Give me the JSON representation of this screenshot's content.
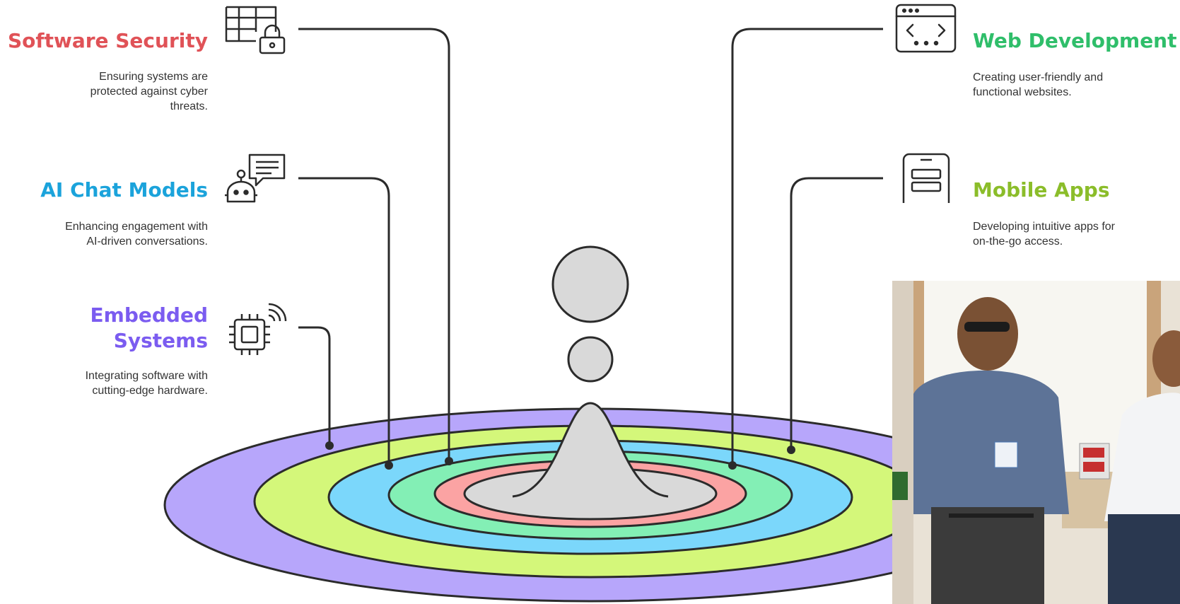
{
  "colors": {
    "software_security": "#e05257",
    "ai_chat_models": "#1ba3db",
    "embedded_systems": "#7b5cf0",
    "web_development": "#2fbe6a",
    "mobile_apps": "#8bbd2a",
    "ring_purple": "#b7a6fb",
    "ring_lime": "#d4f77a",
    "ring_blue": "#7bd7fb",
    "ring_mint": "#83efb5",
    "ring_salmon": "#fba3a3",
    "center": "#d9d9d9"
  },
  "items": {
    "software_security": {
      "title": "Software Security",
      "desc": [
        "Ensuring systems are",
        "protected against cyber",
        "threats."
      ],
      "icon": "spreadsheet-lock-icon"
    },
    "ai_chat_models": {
      "title": "AI Chat Models",
      "desc": [
        "Enhancing engagement with",
        "AI-driven conversations."
      ],
      "icon": "chatbot-icon"
    },
    "embedded_systems": {
      "title": [
        "Embedded",
        "Systems"
      ],
      "desc": [
        "Integrating software with",
        "cutting-edge hardware."
      ],
      "icon": "chip-signal-icon"
    },
    "web_development": {
      "title": "Web Development",
      "desc": [
        "Creating user-friendly and",
        "functional websites."
      ],
      "icon": "browser-code-icon"
    },
    "mobile_apps": {
      "title": "Mobile Apps",
      "desc": [
        "Developing intuitive apps for",
        "on-the-go access."
      ],
      "icon": "mobile-phone-icon"
    }
  },
  "photo": {
    "icon": "photo-two-men-icon"
  }
}
